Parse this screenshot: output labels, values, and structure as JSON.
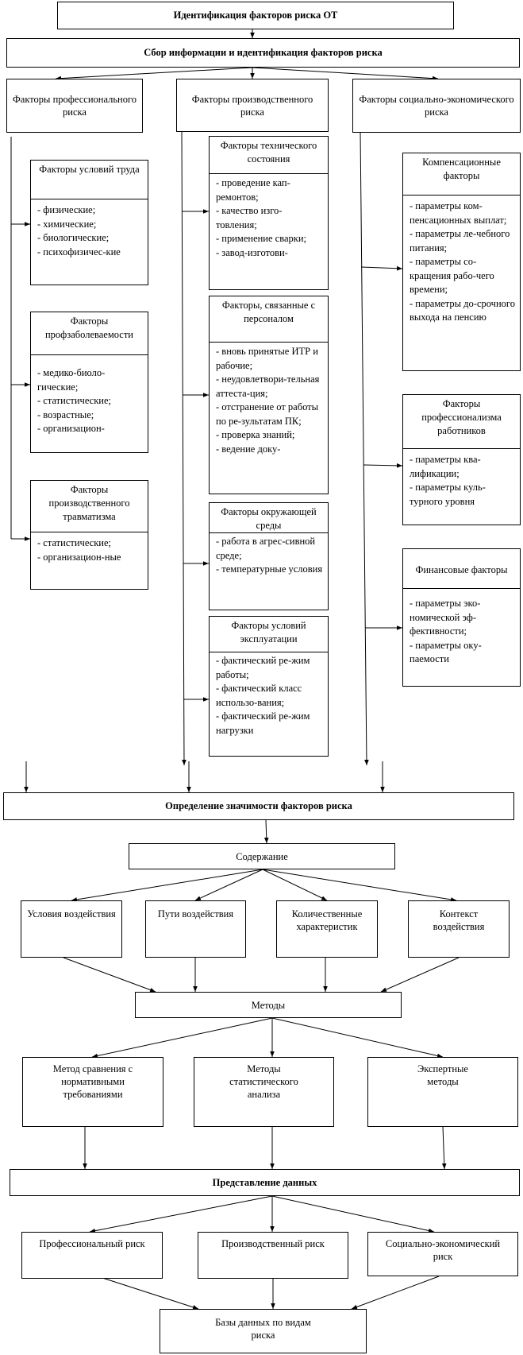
{
  "top_title": "Идентификация факторов риска ОТ",
  "collect_title": "Сбор информации и идентификация факторов риска",
  "col_headers": [
    "Факторы профессионального риска",
    "Факторы производственного риска",
    "Факторы социально-экономического риска"
  ],
  "prof_boxes": [
    {
      "title": "Факторы условий труда",
      "items": [
        "физические;",
        "химические;",
        "биологические;",
        "психофизичес-кие"
      ]
    },
    {
      "title": "Факторы профзаболеваемости",
      "items": [
        "медико-биоло-гические;",
        "статистические;",
        "возрастные;",
        "организацион-"
      ]
    },
    {
      "title": "Факторы производственного травматизма",
      "items": [
        "статистические;",
        "организацион-ные"
      ]
    }
  ],
  "prod_boxes": [
    {
      "title": "Факторы технического состояния",
      "items": [
        "проведение кап-ремонтов;",
        "качество изго-товления;",
        "применение сварки;",
        "завод-изготови-"
      ]
    },
    {
      "title": "Факторы, связанные с персоналом",
      "items": [
        "вновь принятые ИТР и рабочие;",
        "неудовлетвори-тельная аттеста-ция;",
        "отстранение от работы по ре-зультатам ПК;",
        "проверка знаний;",
        "ведение доку-"
      ]
    },
    {
      "title": "Факторы окружающей среды",
      "items": [
        "работа в агрес-сивной среде;",
        "температурные условия"
      ]
    },
    {
      "title": "Факторы условий эксплуатации",
      "items": [
        "фактический ре-жим работы;",
        "фактический класс использо-вания;",
        "фактический ре-жим нагрузки"
      ]
    }
  ],
  "soc_boxes": [
    {
      "title": "Компенсационные факторы",
      "items": [
        "параметры ком-пенсационных выплат;",
        "параметры ле-чебного питания;",
        "параметры со-кращения рабо-чего времени;",
        "параметры до-срочного выхода на пенсию"
      ]
    },
    {
      "title": "Факторы профессионализма работников",
      "items": [
        "параметры ква-лификации;",
        "параметры куль-турного уровня"
      ]
    },
    {
      "title": "Финансовые факторы",
      "items": [
        "параметры эко-номической эф-фективности;",
        "параметры оку-паемости"
      ]
    }
  ],
  "significance_title": "Определение значимости факторов риска",
  "content_title": "Содержание",
  "content_items": [
    "Условия воздействия",
    "Пути воздействия",
    "Количественные характеристик",
    "Контекст воздействия"
  ],
  "methods_title": "Методы",
  "method_items": [
    "Метод сравнения с нормативными требованиями",
    "Методы статистического анализа",
    "Экспертные методы"
  ],
  "data_title": "Представление данных",
  "risk_items": [
    "Профессиональный риск",
    "Производственный риск",
    "Социально-экономический риск"
  ],
  "db_title": "Базы данных по видам риска"
}
